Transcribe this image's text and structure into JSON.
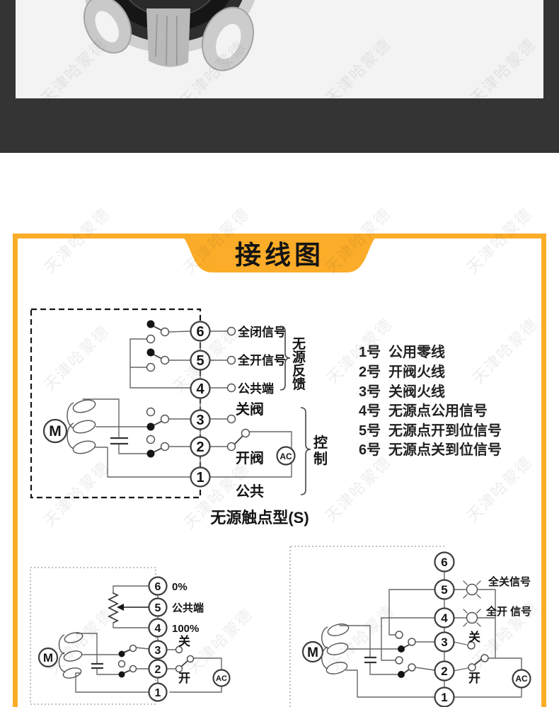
{
  "watermark": {
    "text": "天津哈蒙德"
  },
  "colors": {
    "accent_orange": "#FBAC28",
    "dark_band": "#343434",
    "photo_bg": "#F3F3F3"
  },
  "header": {
    "title": "接线图"
  },
  "main_diagram": {
    "terminals": [
      "6",
      "5",
      "4",
      "3",
      "2",
      "1"
    ],
    "motor_label": "M",
    "ac_label": "AC",
    "labels": {
      "t6": "全闭信号",
      "t5": "全开信号",
      "t4": "公共端",
      "t3": "关阀",
      "t2": "开阀",
      "t1": "公共"
    },
    "feedback_group": {
      "chars": [
        "无",
        "源",
        "反",
        "馈"
      ]
    },
    "control_group": {
      "chars": [
        "控",
        "制"
      ]
    }
  },
  "legend": {
    "items": [
      {
        "num": "1号",
        "desc": "公用零线"
      },
      {
        "num": "2号",
        "desc": "开阀火线"
      },
      {
        "num": "3号",
        "desc": "关阀火线"
      },
      {
        "num": "4号",
        "desc": "无源点公用信号"
      },
      {
        "num": "5号",
        "desc": "无源点开到位信号"
      },
      {
        "num": "6号",
        "desc": "无源点关到位信号"
      }
    ]
  },
  "caption": "无源触点型(S)",
  "pot_diagram": {
    "terminals": [
      "6",
      "5",
      "4",
      "3",
      "2",
      "1"
    ],
    "motor_label": "M",
    "ac_label": "AC",
    "labels": {
      "t6": "0%",
      "t5": "公共端",
      "t4": "100%",
      "t3": "关",
      "t2": "开"
    }
  },
  "lamp_diagram": {
    "terminals": [
      "6",
      "5",
      "4",
      "3",
      "2",
      "1"
    ],
    "motor_label": "M",
    "ac_label": "AC",
    "labels": {
      "t5": "全关信号",
      "t4": "全开 信号",
      "t3": "关",
      "t2": "开"
    }
  }
}
